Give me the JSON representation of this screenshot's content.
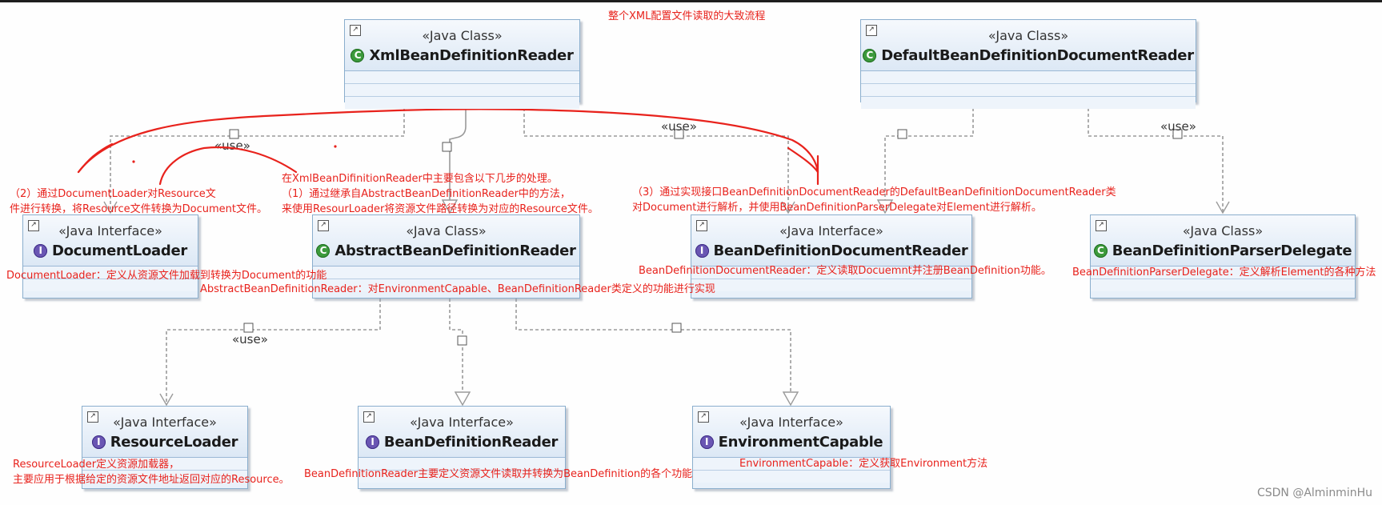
{
  "diagram_title": "整个XML配置文件读取的大致流程",
  "stereotypes": {
    "java_class": "«Java Class»",
    "java_interface": "«Java Interface»",
    "use": "«use»"
  },
  "classes": {
    "xml_reader": "XmlBeanDefinitionReader",
    "default_doc_reader": "DefaultBeanDefinitionDocumentReader",
    "document_loader": "DocumentLoader",
    "abstract_reader": "AbstractBeanDefinitionReader",
    "doc_reader_iface": "BeanDefinitionDocumentReader",
    "parser_delegate": "BeanDefinitionParserDelegate",
    "resource_loader": "ResourceLoader",
    "bean_def_reader": "BeanDefinitionReader",
    "env_capable": "EnvironmentCapable"
  },
  "notes": {
    "step2_line1": "（2）通过DocumentLoader对Resource文",
    "step2_line2": "件进行转换，将Resource文件转换为Document文件。",
    "main_line1": "在XmlBeanDifinitionReader中主要包含以下几步的处理。",
    "main_line2": "（1）通过继承自AbstractBeanDefinitionReader中的方法，",
    "main_line3": "来使用ResourLoader将资源文件路径转换为对应的Resource文件。",
    "step3_line1": "（3）通过实现接口BeanDefinitionDocumentReader的DefaultBeanDefinitionDocumentReader类",
    "step3_line2": "对Document进行解析，并使用BeanDefinitionParserDelegate对Element进行解析。",
    "document_loader_desc": "DocumentLoader：定义从资源文件加载到转换为Document的功能",
    "abstract_reader_desc": "AbstractBeanDefinitionReader：对EnvironmentCapable、BeanDefinitionReader类定义的功能进行实现",
    "doc_reader_desc": "BeanDefinitionDocumentReader：定义读取Docuemnt并注册BeanDefinition功能。",
    "delegate_desc": "BeanDefinitionParserDelegate：定义解析Element的各种方法",
    "resource_loader_line1": "ResourceLoader定义资源加载器，",
    "resource_loader_line2": "主要应用于根据给定的资源文件地址返回对应的Resource。",
    "bean_def_reader_desc": "BeanDefinitionReader主要定义资源文件读取并转换为BeanDefinition的各个功能",
    "env_capable_desc": "EnvironmentCapable：定义获取Environment方法"
  },
  "watermark": "CSDN @AlminminHu",
  "colors": {
    "annotation": "#e8221c",
    "box_border": "#8aaecd",
    "class_badge": "#3c9a3c",
    "interface_badge": "#6a56b3"
  }
}
